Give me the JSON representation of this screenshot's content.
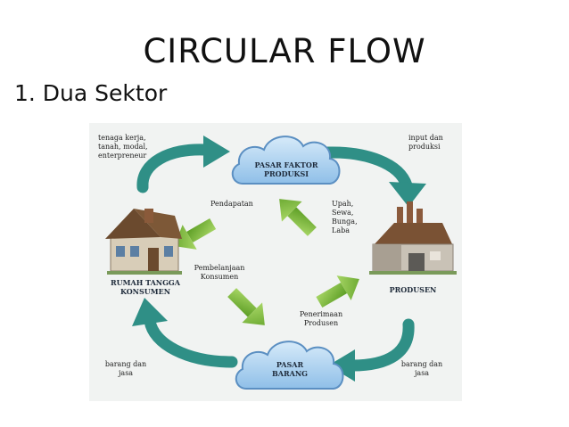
{
  "slide": {
    "title": "CIRCULAR FLOW",
    "subtitle": "1. Dua Sektor"
  },
  "diagram": {
    "nodes": {
      "household": "RUMAH TANGGA\nKONSUMEN",
      "producer": "PRODUSEN",
      "factor_market": "PASAR FAKTOR\nPRODUKSI",
      "goods_market": "PASAR\nBARANG"
    },
    "labels": {
      "factors_supplied": "tenaga kerja,\ntanah, modal,\nenterpreneur",
      "factors_input": "input dan\nproduksi",
      "income": "Pendapatan",
      "factor_payments": "Upah,\nSewa,\nBunga,\nLaba",
      "consumer_spending": "Pembelanjaan\nKonsumen",
      "producer_revenue": "Penerimaan\nProdusen",
      "goods_to_household": "barang dan\njasa",
      "goods_from_producer": "barang dan\njasa"
    },
    "colors": {
      "teal_arrow": "#2f8f86",
      "green_arrow": "#7cbb3a",
      "cloud_fill": "#a9cff0",
      "cloud_stroke": "#5b8fc2",
      "background": "#f1f3f2"
    }
  }
}
